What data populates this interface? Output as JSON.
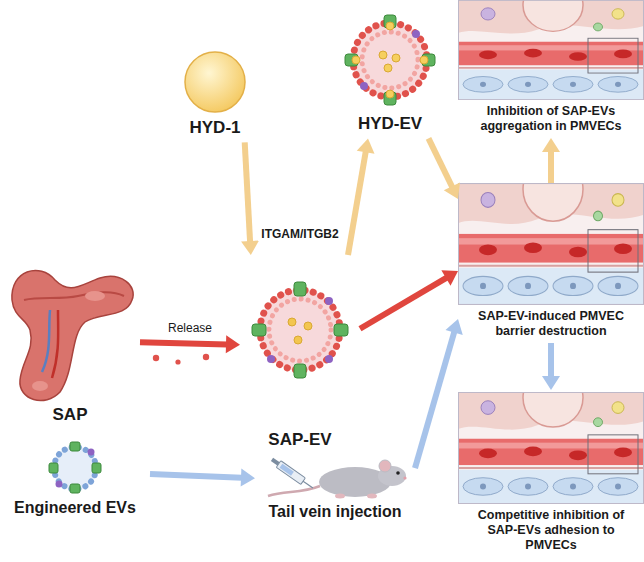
{
  "diagram": {
    "nodes": [
      {
        "text": [
          "HYD-1"
        ]
      },
      {
        "text": [
          "HYD-EV"
        ]
      },
      {
        "text": [
          "Inhibition of SAP-EVs aggregation in PMVECs"
        ]
      },
      {
        "text": [
          "SAP"
        ]
      },
      {
        "text": [
          "SAP-EV"
        ]
      },
      {
        "text": [
          "SAP-EV-induced PMVEC barrier destruction"
        ]
      },
      {
        "text": [
          "Engineered EVs"
        ]
      },
      {
        "text": [
          "Tail vein injection"
        ]
      },
      {
        "text": [
          "Competitive inhibition of SAP-EVs adhesion to PMVECs"
        ]
      }
    ],
    "edges": [
      {
        "from": 3,
        "to": 4,
        "label": "Release",
        "arrow": "to"
      },
      {
        "from": 0,
        "to": 4,
        "arrow": "to"
      },
      {
        "from": 4,
        "to": 1,
        "arrow": "to"
      },
      {
        "from": 1,
        "to": 5,
        "arrow": "to"
      },
      {
        "from": 4,
        "to": 5,
        "arrow": "to"
      },
      {
        "from": 5,
        "to": 2,
        "arrow": "to"
      },
      {
        "from": 5,
        "to": 8,
        "arrow": "to"
      },
      {
        "from": 6,
        "to": 7,
        "arrow": "to"
      },
      {
        "from": 7,
        "to": 5,
        "arrow": "to"
      }
    ],
    "labels": [
      "ITGAM/ITGB2"
    ]
  }
}
